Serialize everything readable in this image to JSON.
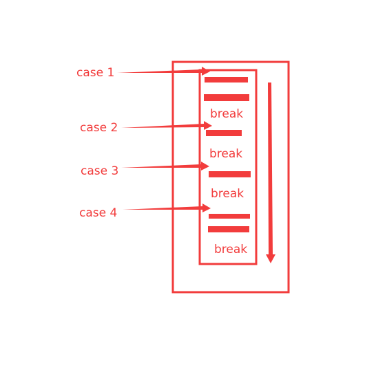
{
  "colors": {
    "accent": "#f23c3c",
    "background": "#ffffff"
  },
  "cases": [
    {
      "label": "case 1"
    },
    {
      "label": "case 2"
    },
    {
      "label": "case 3"
    },
    {
      "label": "case 4"
    }
  ],
  "blocks": [
    {
      "break_label": "break"
    },
    {
      "break_label": "break"
    },
    {
      "break_label": "break"
    },
    {
      "break_label": "break"
    }
  ]
}
